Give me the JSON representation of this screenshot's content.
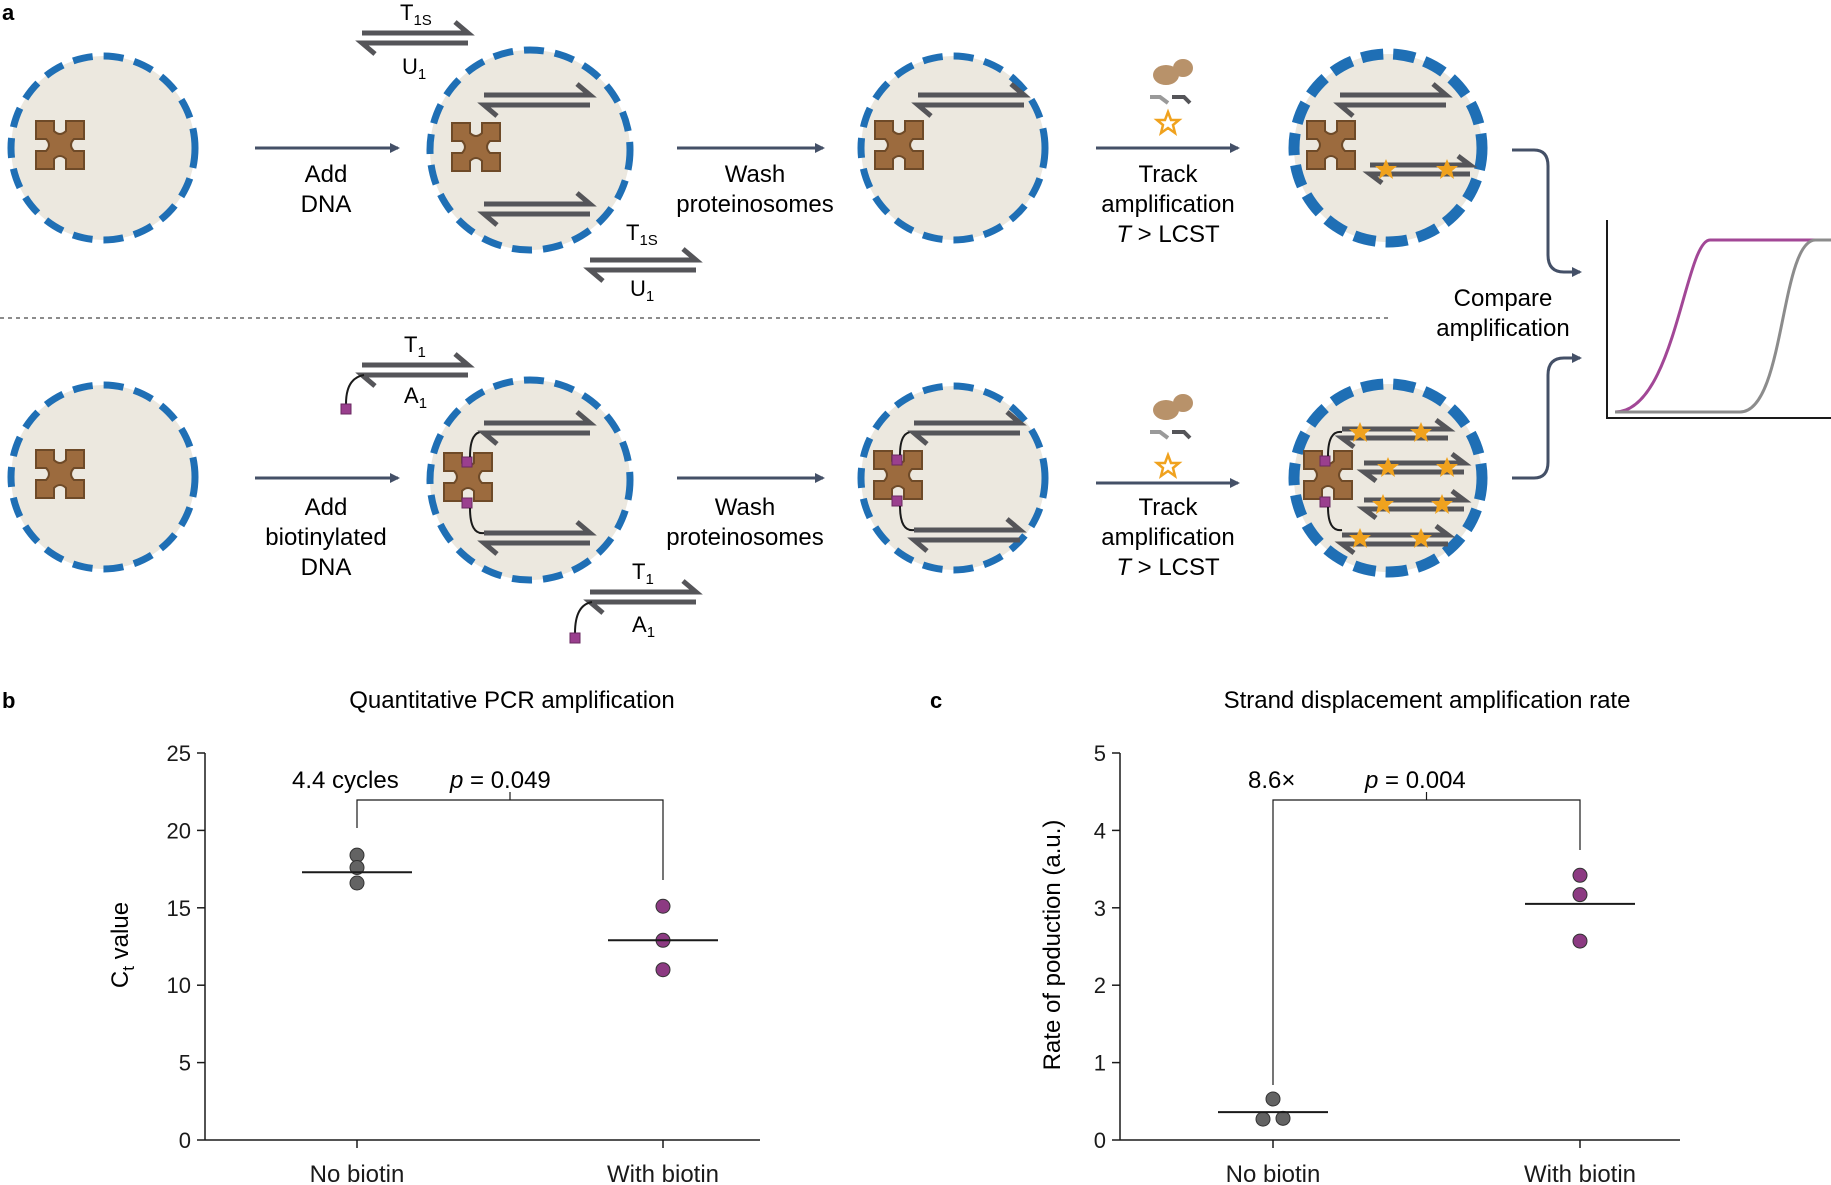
{
  "panel_a": {
    "label": "a",
    "colors": {
      "membrane": "#1f6fb5",
      "cell_fill": "#ece8df",
      "protein": "#9c6b3e",
      "dna": "#555559",
      "arrow": "#445067",
      "biotin": "#9a3f8e",
      "star": "#f0a21e",
      "curve_biotin": "#a24796",
      "curve_nobiotin": "#8c8c8c"
    },
    "top": {
      "strand_upper_label_main": "T",
      "strand_upper_label_sub": "1S",
      "strand_lower_label_main": "U",
      "strand_lower_label_sub": "1",
      "step1": [
        "Add",
        "DNA"
      ],
      "step2": [
        "Wash",
        "proteinosomes"
      ],
      "step3": [
        "Track",
        "amplification"
      ],
      "condition_italic": "T",
      "condition_rest": " > LCST"
    },
    "bottom": {
      "strand_upper_label_main": "T",
      "strand_upper_label_sub": "1",
      "strand_lower_label_main": "A",
      "strand_lower_label_sub": "1",
      "step1": [
        "Add",
        "biotinylated",
        "DNA"
      ],
      "step2": [
        "Wash",
        "proteinosomes"
      ],
      "step3": [
        "Track",
        "amplification"
      ],
      "condition_italic": "T",
      "condition_rest": " > LCST"
    },
    "compare_label": [
      "Compare",
      "amplification"
    ]
  },
  "chart_data": [
    {
      "type": "scatter",
      "panel_label": "b",
      "title": "Quantitative PCR amplification",
      "categories": [
        "No biotin",
        "With biotin"
      ],
      "series": [
        {
          "category": "No biotin",
          "points": [
            18.4,
            17.6,
            16.6
          ],
          "mean": 17.3,
          "color": "#636363"
        },
        {
          "category": "With biotin",
          "points": [
            15.1,
            12.9,
            11.0
          ],
          "mean": 12.9,
          "color": "#8c3a82"
        }
      ],
      "ylabel_main": "C",
      "ylabel_sub": "t",
      "ylabel_rest": " value",
      "ylim": [
        0,
        25
      ],
      "yticks": [
        0,
        5,
        10,
        15,
        20,
        25
      ],
      "annotation_left": "4.4 cycles",
      "annotation_p_italic": "p",
      "annotation_p_rest": " = 0.049",
      "grid": false
    },
    {
      "type": "scatter",
      "panel_label": "c",
      "title": "Strand displacement amplification rate",
      "categories": [
        "No biotin",
        "With biotin"
      ],
      "series": [
        {
          "category": "No biotin",
          "points": [
            0.53,
            0.27,
            0.28
          ],
          "mean": 0.36,
          "color": "#636363"
        },
        {
          "category": "With biotin",
          "points": [
            3.42,
            3.17,
            2.57
          ],
          "mean": 3.05,
          "color": "#8c3a82"
        }
      ],
      "ylabel": "Rate of poduction (a.u.)",
      "ylim": [
        0,
        5
      ],
      "yticks": [
        0,
        1,
        2,
        3,
        4,
        5
      ],
      "annotation_left": "8.6×",
      "annotation_p_italic": "p",
      "annotation_p_rest": " = 0.004",
      "grid": false
    }
  ]
}
